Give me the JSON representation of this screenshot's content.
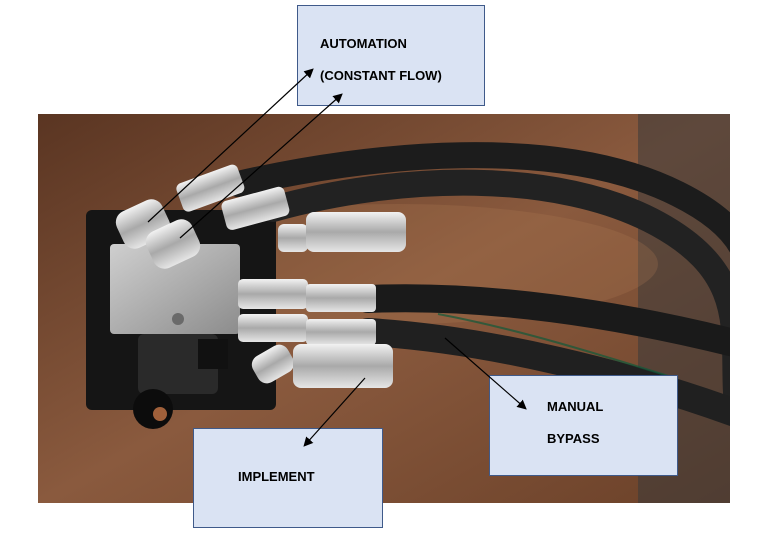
{
  "labels": {
    "automation": {
      "line1": "AUTOMATION",
      "line2": "(CONSTANT FLOW)"
    },
    "manual_bypass": {
      "line1": "MANUAL",
      "line2": "BYPASS"
    },
    "implement": {
      "line1": "IMPLEMENT"
    }
  },
  "colors": {
    "label_fill": "#dae3f3",
    "label_border": "#3f5a8a",
    "tabletop": "#7a4b32",
    "hose": "#1c1c1c"
  }
}
